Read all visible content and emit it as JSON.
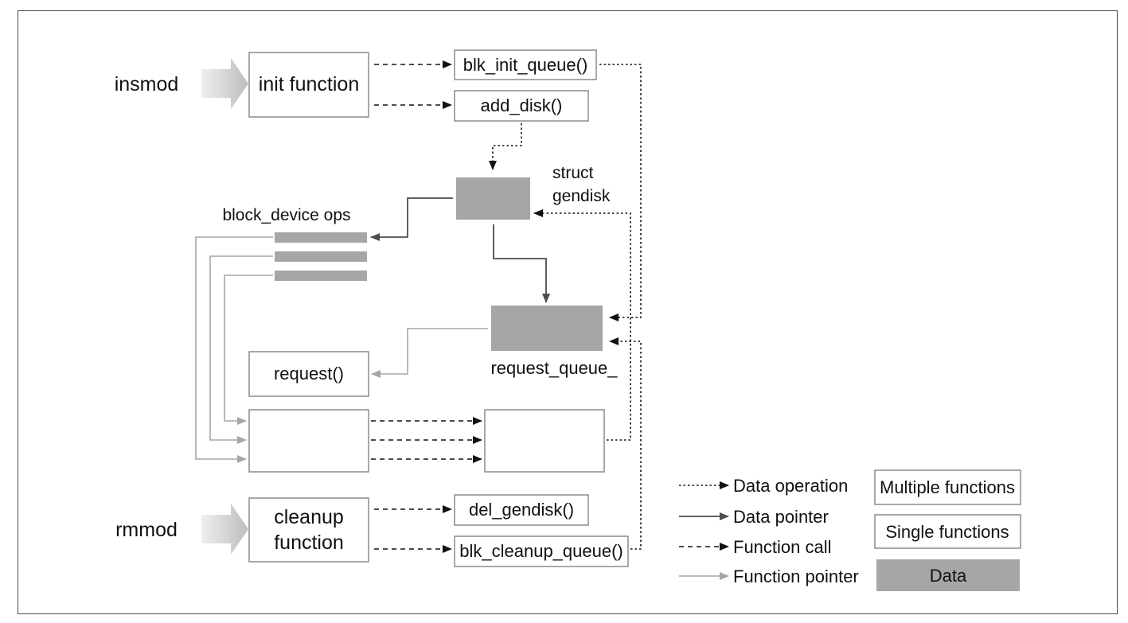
{
  "labels": {
    "insmod": "insmod",
    "rmmod": "rmmod",
    "init_function": "init function",
    "cleanup_function_line1": "cleanup",
    "cleanup_function_line2": "function",
    "blk_init_queue": "blk_init_queue()",
    "add_disk": "add_disk()",
    "struct_gendisk_line1": "struct",
    "struct_gendisk_line2": "gendisk",
    "block_device_ops": "block_device ops",
    "request_queue": "request_queue_",
    "request": "request()",
    "del_gendisk": "del_gendisk()",
    "blk_cleanup_queue": "blk_cleanup_queue()"
  },
  "legend": {
    "data_operation": "Data operation",
    "data_pointer": "Data pointer",
    "function_call": "Function call",
    "function_pointer": "Function pointer",
    "multiple_functions": "Multiple functions",
    "single_functions": "Single functions",
    "data": "Data"
  },
  "colors": {
    "data_fill": "#a6a6a6",
    "box_stroke": "#8c8c8c",
    "data_pointer": "#4d4d4d",
    "function_pointer": "#a6a6a6",
    "line_dark": "#111111",
    "insmod_arrow": "#d6d6d6"
  }
}
